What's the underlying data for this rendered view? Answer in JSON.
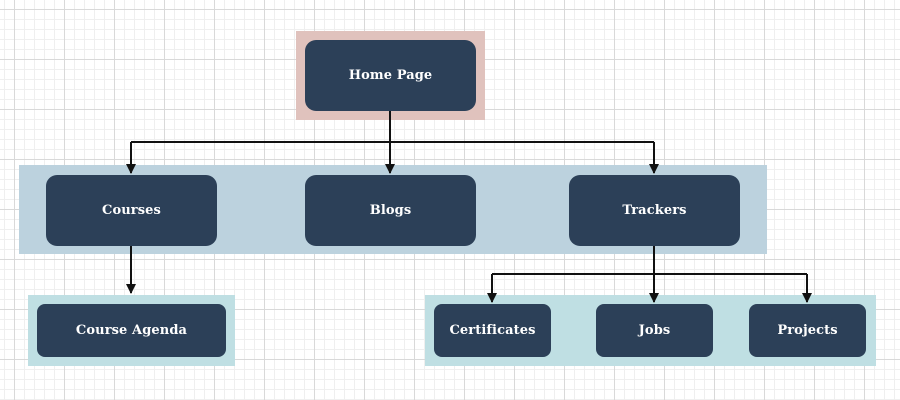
{
  "diagram": {
    "root": {
      "label": "Home Page"
    },
    "level1": [
      {
        "label": "Courses"
      },
      {
        "label": "Blogs"
      },
      {
        "label": "Trackers"
      }
    ],
    "level2": [
      {
        "label": "Course Agenda"
      },
      {
        "label": "Certificates"
      },
      {
        "label": "Jobs"
      },
      {
        "label": "Projects"
      }
    ],
    "edges": [
      {
        "from": "Home Page",
        "to": "Courses"
      },
      {
        "from": "Home Page",
        "to": "Blogs"
      },
      {
        "from": "Home Page",
        "to": "Trackers"
      },
      {
        "from": "Courses",
        "to": "Course Agenda"
      },
      {
        "from": "Trackers",
        "to": "Certificates"
      },
      {
        "from": "Trackers",
        "to": "Jobs"
      },
      {
        "from": "Trackers",
        "to": "Projects"
      }
    ]
  },
  "colors": {
    "node_fill": "#2c4058",
    "node_text": "#ffffff",
    "root_band": "#e0c2bd",
    "level1_band": "#bcd2de",
    "level2_band": "#bfdfe3",
    "connector": "#111111"
  }
}
